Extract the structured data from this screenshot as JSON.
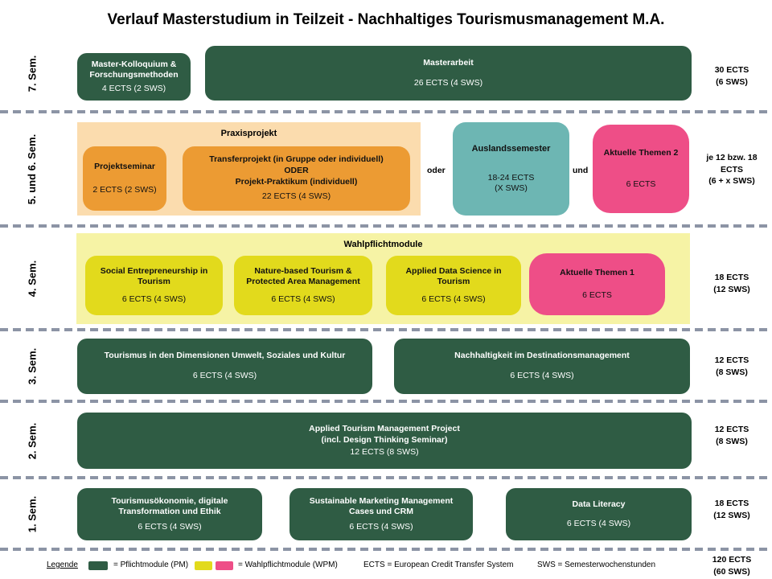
{
  "title": "Verlauf Masterstudium in Teilzeit - Nachhaltiges Tourismusmanagement M.A.",
  "colors": {
    "pflichtmodul_green": "#2F5C44",
    "praxisprojekt_container": "#FBDCAE",
    "praxisprojekt_module": "#EC9B33",
    "auslandssemester_teal": "#6DB6B3",
    "aktuelle_themen_pink": "#EE4E87",
    "wahlpflicht_container": "#F6F3A5",
    "wahlpflicht_module": "#E2DA1C",
    "separator_gray": "#8C94A5"
  },
  "sem7": {
    "label": "7. Sem.",
    "module1": {
      "title": "Master-Kolloquium & Forschungsmethoden",
      "credits": "4 ECTS (2 SWS)"
    },
    "module2": {
      "title": "Masterarbeit",
      "credits": "26 ECTS (4 SWS)"
    },
    "total": [
      "30 ECTS",
      "(6 SWS)"
    ]
  },
  "sem56": {
    "label": "5. und 6. Sem.",
    "praxisprojekt_title": "Praxisprojekt",
    "projektseminar": {
      "title": "Projektseminar",
      "credits": "2 ECTS (2 SWS)"
    },
    "transferprojekt": {
      "line1": "Transferprojekt (in Gruppe oder individuell)",
      "line2": "ODER",
      "line3": "Projekt-Praktikum (individuell)",
      "credits": "22 ECTS (4 SWS)"
    },
    "oder": "oder",
    "auslandssemester": {
      "title": "Auslandssemester",
      "credits1": "18-24 ECTS",
      "credits2": "(X SWS)"
    },
    "und": "und",
    "aktuelle_themen2": {
      "title": "Aktuelle Themen 2",
      "credits": "6 ECTS"
    },
    "total": [
      "je 12 bzw. 18",
      "ECTS",
      "(6 + x SWS)"
    ]
  },
  "sem4": {
    "label": "4. Sem.",
    "container_title": "Wahlpflichtmodule",
    "module1": {
      "title": "Social Entrepreneurship in Tourism",
      "credits": "6 ECTS (4 SWS)"
    },
    "module2": {
      "title": "Nature-based Tourism & Protected Area Management",
      "credits": "6 ECTS (4 SWS)"
    },
    "module3": {
      "title": "Applied Data Science in Tourism",
      "credits": "6 ECTS (4 SWS)"
    },
    "module4": {
      "title": "Aktuelle Themen 1",
      "credits": "6 ECTS"
    },
    "total": [
      "18 ECTS",
      "(12 SWS)"
    ]
  },
  "sem3": {
    "label": "3. Sem.",
    "module1": {
      "title": "Tourismus in den Dimensionen Umwelt, Soziales und Kultur",
      "credits": "6 ECTS (4 SWS)"
    },
    "module2": {
      "title": "Nachhaltigkeit im Destinationsmanagement",
      "credits": "6 ECTS (4 SWS)"
    },
    "total": [
      "12 ECTS",
      "(8 SWS)"
    ]
  },
  "sem2": {
    "label": "2. Sem.",
    "module1": {
      "title": "Applied Tourism Management Project",
      "subtitle": "(incl. Design Thinking Seminar)",
      "credits": "12 ECTS (8 SWS)"
    },
    "total": [
      "12 ECTS",
      "(8 SWS)"
    ]
  },
  "sem1": {
    "label": "1. Sem.",
    "module1": {
      "title": "Tourismusökonomie, digitale Transformation und Ethik",
      "credits": "6 ECTS (4 SWS)"
    },
    "module2": {
      "title": "Sustainable Marketing Management Cases und CRM",
      "credits": "6 ECTS (4 SWS)"
    },
    "module3": {
      "title": "Data Literacy",
      "credits": "6 ECTS (4 SWS)"
    },
    "total": [
      "18 ECTS",
      "(12 SWS)"
    ]
  },
  "legend": {
    "label": "Legende",
    "pflicht": "= Pflichtmodule (PM)",
    "wahlpflicht": "= Wahlpflichtmodule (WPM)",
    "ects": "ECTS = European Credit Transfer System",
    "sws": "SWS = Semesterwochenstunden",
    "total": [
      "120 ECTS",
      "(60 SWS)"
    ]
  }
}
